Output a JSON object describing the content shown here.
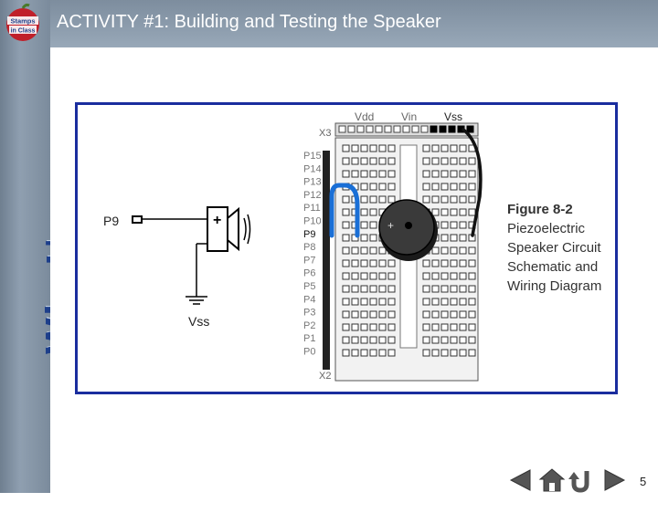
{
  "sidebar": {
    "vertical_title": "What's a Microcontroller?",
    "logo_text_top": "Stamps",
    "logo_text_bottom": "in Class"
  },
  "header": {
    "title": "ACTIVITY #1: Building and Testing the Speaker"
  },
  "figure": {
    "schematic": {
      "pin_label": "P9",
      "ground_label": "Vss",
      "plus_sign": "+"
    },
    "board": {
      "top_labels": [
        "Vdd",
        "Vin",
        "Vss"
      ],
      "header_x3": "X3",
      "header_x2": "X2",
      "pin_labels": [
        "P15",
        "P14",
        "P13",
        "P12",
        "P11",
        "P10",
        "P9",
        "P8",
        "P7",
        "P6",
        "P5",
        "P4",
        "P3",
        "P2",
        "P1",
        "P0"
      ],
      "buzzer_plus": "+"
    },
    "caption": {
      "line1": "Figure 8-2",
      "line2": "Piezoelectric",
      "line3": "Speaker Circuit",
      "line4": "Schematic and",
      "line5": "Wiring Diagram"
    }
  },
  "nav": {
    "buttons": [
      "previous",
      "home",
      "return",
      "next"
    ]
  },
  "footer": {
    "page_number": "5"
  },
  "colors": {
    "frame_border": "#1a2d9e",
    "title_text": "#1e3f8a",
    "wire_blue": "#1a6fd6",
    "wire_black": "#111111"
  }
}
